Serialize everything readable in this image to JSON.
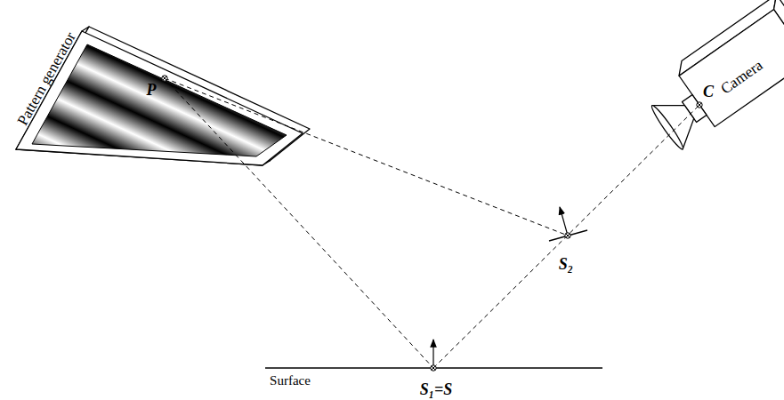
{
  "diagram": {
    "labels": [
      "Pattern generator",
      "P",
      "Camera",
      "C",
      "S₂",
      "S₁=S",
      "Surface"
    ]
  }
}
